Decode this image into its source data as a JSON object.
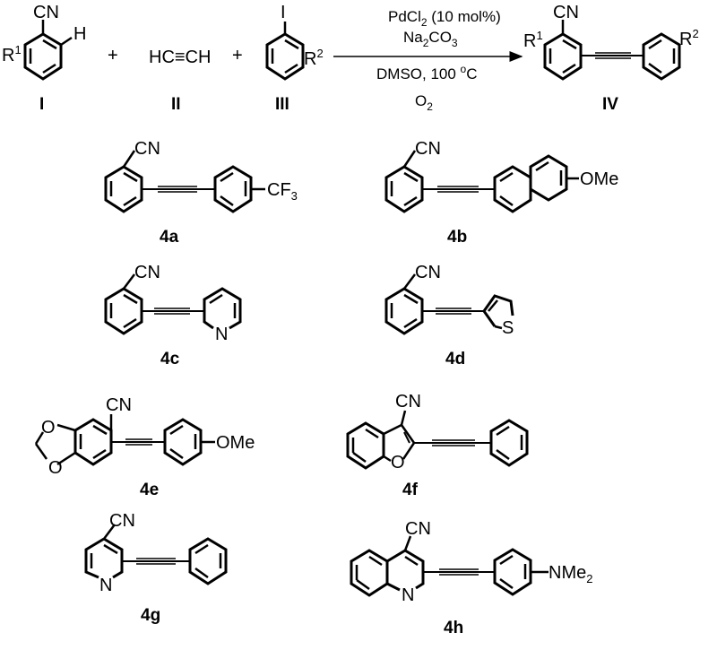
{
  "reaction": {
    "plus_1": "+",
    "plus_2": "+",
    "reactant_I": {
      "label": "I",
      "cn": "CN",
      "r": "R",
      "r_sup": "1",
      "h": "H"
    },
    "reactant_II": {
      "label": "II",
      "formula": "HC≡CH"
    },
    "reactant_III": {
      "label": "III",
      "iodo": "I",
      "r": "R",
      "r_sup": "2"
    },
    "conditions": {
      "line1_main": "PdCl",
      "line1_sub": "2",
      "line1_tail": " (10 mol%)",
      "line2_main": "Na",
      "line2_sub": "2",
      "line2_main2": "CO",
      "line2_sub2": "3",
      "line3_main": "DMSO, 100 ",
      "line3_sup": "o",
      "line3_tail": "C",
      "below_main": "O",
      "below_sub": "2"
    },
    "product_IV": {
      "label": "IV",
      "cn": "CN",
      "r1": "R",
      "r1_sup": "1",
      "r2": "R",
      "r2_sup": "2"
    }
  },
  "compounds": [
    {
      "id": "4a",
      "cn": "CN",
      "sub": "CF",
      "sub_sub": "3"
    },
    {
      "id": "4b",
      "cn": "CN",
      "sub": "OMe"
    },
    {
      "id": "4c",
      "cn": "CN",
      "het": "N"
    },
    {
      "id": "4d",
      "cn": "CN",
      "het": "S"
    },
    {
      "id": "4e",
      "cn": "CN",
      "sub": "OMe",
      "o1": "O",
      "o2": "O"
    },
    {
      "id": "4f",
      "cn": "CN",
      "het": "O"
    },
    {
      "id": "4g",
      "cn": "CN",
      "het": "N"
    },
    {
      "id": "4h",
      "cn": "CN",
      "het": "N",
      "sub": "NMe",
      "sub_sub": "2"
    }
  ]
}
